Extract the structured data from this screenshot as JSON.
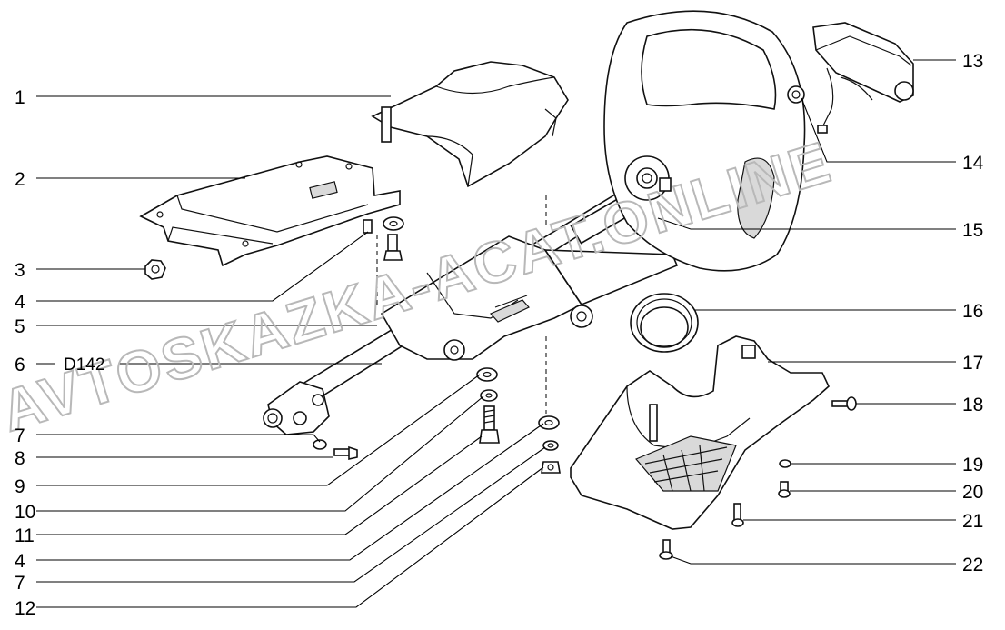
{
  "callouts_left": [
    "1",
    "2",
    "3",
    "4",
    "5",
    "6",
    "7",
    "8",
    "9",
    "10",
    "11",
    "4",
    "7",
    "12"
  ],
  "callouts_right": [
    "13",
    "14",
    "15",
    "16",
    "17",
    "18",
    "19",
    "20",
    "21",
    "22"
  ],
  "diagram_code": "D142",
  "watermark": "AVTOSKAZKA-ACAT.ONLINE"
}
